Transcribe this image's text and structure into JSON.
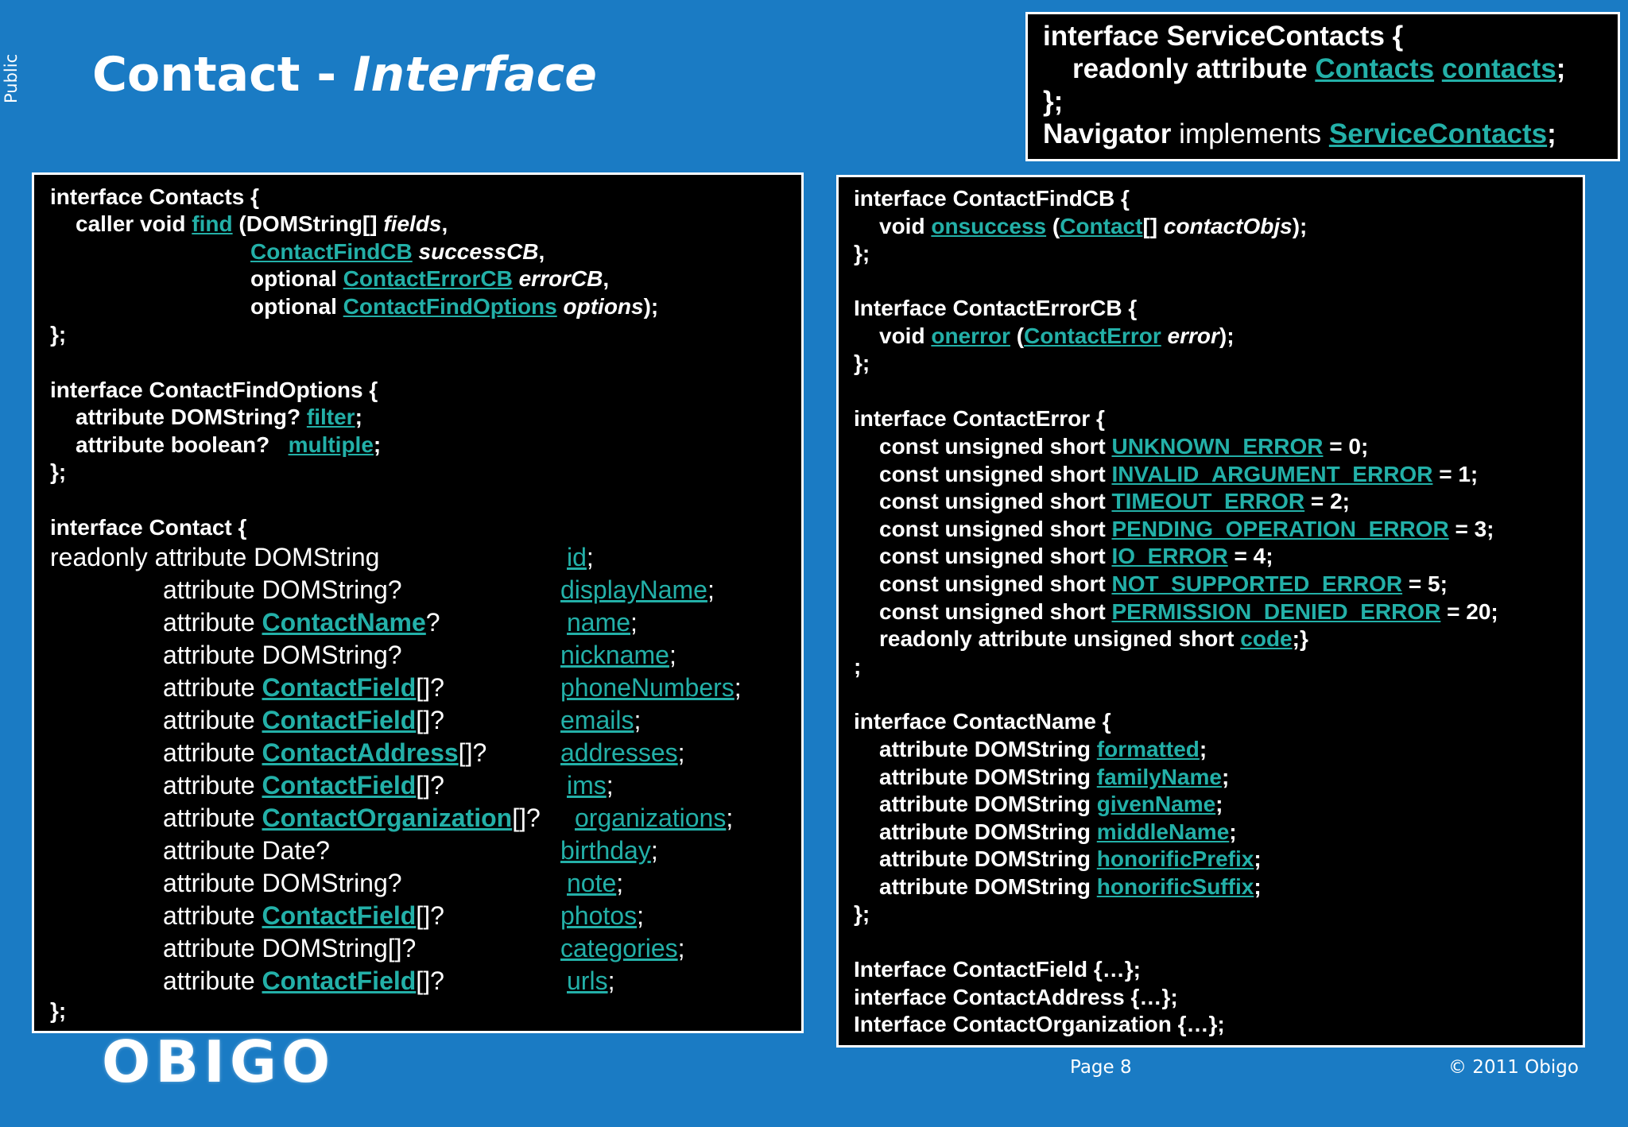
{
  "header": {
    "classification": "Public",
    "title_main": "Contact - ",
    "title_italic": "Interface"
  },
  "service_box": {
    "l1": "interface ServiceContacts {",
    "l2a": "readonly attribute ",
    "l2b": "Contacts",
    "l2c": " ",
    "l2d": "contacts",
    "l2e": ";",
    "l3": "};",
    "l4a": "Navigator",
    "l4b": " implements ",
    "l4c": "ServiceContacts",
    "l4d": ";"
  },
  "left_box": {
    "c1": "interface Contacts {",
    "c2a": "caller void ",
    "c2b": "find",
    "c2c": " (DOMString[] ",
    "c2d": "fields",
    "c2e": ",",
    "c3a": "ContactFindCB",
    "c3b": " successCB",
    "c3c": ",",
    "c4a": "optional ",
    "c4b": "ContactErrorCB",
    "c4c": " errorCB",
    "c4d": ",",
    "c5a": "optional ",
    "c5b": "ContactFindOptions",
    "c5c": " options",
    "c5d": ");",
    "c6": "};",
    "o1": "interface ContactFindOptions {",
    "o2a": "attribute DOMString? ",
    "o2b": "filter",
    "o2c": ";",
    "o3a": "attribute boolean?   ",
    "o3b": "multiple",
    "o3c": ";",
    "o4": "};",
    "k1": "interface Contact {",
    "k2a": "readonly attribute DOMString",
    "k2b": "id",
    "k2c": ";",
    "attributes": [
      {
        "a": "attribute DOMString?",
        "t": "",
        "s": "",
        "n": "displayName",
        "e": ";"
      },
      {
        "a": "attribute ",
        "t": "ContactName",
        "s": "?",
        "n": "name",
        "e": ";"
      },
      {
        "a": "attribute DOMString?",
        "t": "",
        "s": "",
        "n": "nickname",
        "e": ";"
      },
      {
        "a": "attribute ",
        "t": "ContactField",
        "s": "[]?",
        "n": "phoneNumbers",
        "e": ";"
      },
      {
        "a": "attribute ",
        "t": "ContactField",
        "s": "[]?",
        "n": "emails",
        "e": ";"
      },
      {
        "a": "attribute ",
        "t": "ContactAddress",
        "s": "[]?",
        "n": "addresses",
        "e": ";"
      },
      {
        "a": "attribute ",
        "t": "ContactField",
        "s": "[]?",
        "n": "ims",
        "e": ";"
      },
      {
        "a": "attribute ",
        "t": "ContactOrganization",
        "s": "[]? ",
        "n": "organizations",
        "e": ";"
      },
      {
        "a": "attribute Date?",
        "t": "",
        "s": "",
        "n": "birthday",
        "e": ";"
      },
      {
        "a": "attribute DOMString?",
        "t": "",
        "s": "",
        "n": "note",
        "e": ";"
      },
      {
        "a": "attribute ",
        "t": "ContactField",
        "s": "[]?",
        "n": "photos",
        "e": ";"
      },
      {
        "a": "attribute DOMString[]?",
        "t": "",
        "s": "",
        "n": "categories",
        "e": ";"
      },
      {
        "a": "attribute ",
        "t": "ContactField",
        "s": "[]?",
        "n": "urls",
        "e": ";"
      }
    ],
    "k_end": "};"
  },
  "right_box": {
    "f1": "interface ContactFindCB {",
    "f2a": "void ",
    "f2b": "onsuccess",
    "f2c": " (",
    "f2d": "Contact",
    "f2e": "[] ",
    "f2f": "contactObjs",
    "f2g": ");",
    "f3": "};",
    "e1": "Interface ContactErrorCB {",
    "e2a": "void ",
    "e2b": "onerror",
    "e2c": " (",
    "e2d": "ContactError",
    "e2f": " error",
    "e2g": ");",
    "e3": "};",
    "ce1": "interface ContactError {",
    "consts": [
      {
        "p": "const unsigned short ",
        "n": "UNKNOWN_ERROR",
        "v": " = 0;"
      },
      {
        "p": "const unsigned short ",
        "n": "INVALID_ARGUMENT_ERROR",
        "v": " = 1;"
      },
      {
        "p": "const unsigned short ",
        "n": "TIMEOUT_ERROR",
        "v": " = 2;"
      },
      {
        "p": "const unsigned short ",
        "n": "PENDING_OPERATION_ERROR",
        "v": " = 3;"
      },
      {
        "p": "const unsigned short ",
        "n": "IO_ERROR",
        "v": " = 4;"
      },
      {
        "p": "const unsigned short ",
        "n": "NOT_SUPPORTED_ERROR",
        "v": " = 5;"
      },
      {
        "p": "const unsigned short ",
        "n": "PERMISSION_DENIED_ERROR",
        "v": " = 20;"
      }
    ],
    "ce9a": "readonly attribute unsigned short ",
    "ce9b": "code",
    "ce9c": ";}",
    "ce10": ";",
    "cn1": "interface ContactName {",
    "names": [
      {
        "p": "attribute DOMString ",
        "n": "formatted",
        "e": ";"
      },
      {
        "p": "attribute DOMString ",
        "n": "familyName",
        "e": ";"
      },
      {
        "p": "attribute DOMString ",
        "n": "givenName",
        "e": ";"
      },
      {
        "p": "attribute DOMString ",
        "n": "middleName",
        "e": ";"
      },
      {
        "p": "attribute DOMString ",
        "n": "honorificPrefix",
        "e": ";"
      },
      {
        "p": "attribute DOMString ",
        "n": "honorificSuffix",
        "e": ";"
      }
    ],
    "cn8": "};",
    "x1": "Interface ContactField {…};",
    "x2": "interface ContactAddress {…};",
    "x3": "Interface ContactOrganization {…};"
  },
  "footer": {
    "logo": "OBIGO",
    "page": "Page 8",
    "copyright": "© 2011 Obigo"
  },
  "colors": {
    "background": "#1a7bc4",
    "link": "#23b0a8",
    "box": "#000000"
  }
}
